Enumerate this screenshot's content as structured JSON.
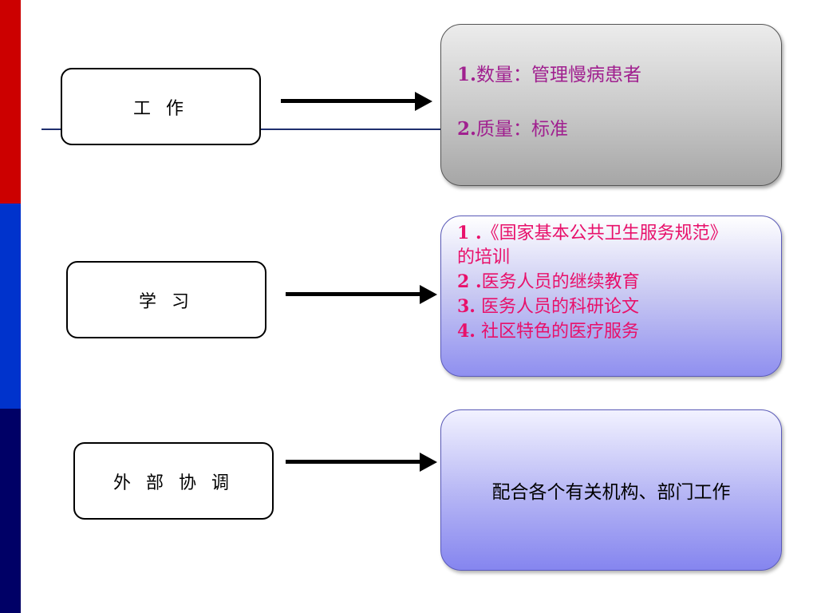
{
  "rows": [
    {
      "label": "工 作"
    },
    {
      "label": "学 习"
    },
    {
      "label": "外 部 协 调"
    }
  ],
  "work": {
    "items": [
      {
        "num": "1.",
        "text": "数量：管理慢病患者"
      },
      {
        "num": "2.",
        "text": "质量：标准"
      }
    ]
  },
  "study": {
    "items": [
      {
        "num": "1 .",
        "text": "《国家基本公共卫生服务规范》"
      },
      {
        "num": "",
        "text": "的培训"
      },
      {
        "num": "2 .",
        "text": "医务人员的继续教育"
      },
      {
        "num": "3.",
        "text": " 医务人员的科研论文"
      },
      {
        "num": "4.",
        "text": " 社区特色的医疗服务"
      }
    ]
  },
  "coord": {
    "text": "配合各个有关机构、部门工作"
  },
  "colors": {
    "red_bar": "#cc0000",
    "blue_bar": "#0033cc",
    "navy_bar": "#000066",
    "work_text": "#a0208f",
    "study_text": "#e8106a"
  }
}
